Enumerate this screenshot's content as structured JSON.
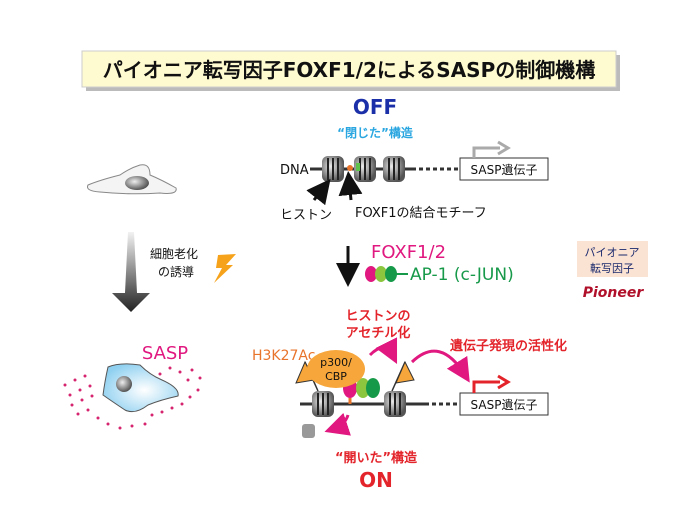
{
  "title": "パイオニア転写因子FOXF1/2によるSASPの制御機構",
  "off_state": {
    "label": "OFF",
    "structure": "“閉じた”構造",
    "dna_label": "DNA",
    "gene_box": "SASP遺伝子",
    "histone_label": "ヒストン",
    "motif_label": "FOXF1の結合モチーフ"
  },
  "senescence": {
    "line1": "細胞老化",
    "line2": "の誘導",
    "sasp_label": "SASP"
  },
  "factors": {
    "foxf": "FOXF1/2",
    "ap1": "AP-1 (c-JUN)"
  },
  "pioneer_badge": {
    "line1": "パイオニア",
    "line2": "転写因子",
    "logo": "Pioneer"
  },
  "on_state": {
    "acetylation_line1": "ヒストンの",
    "acetylation_line2": "アセチル化",
    "mark": "H3K27Ac",
    "coactivator_line1": "p300/",
    "coactivator_line2": "CBP",
    "activation": "遺伝子発現の活性化",
    "gene_box": "SASP遺伝子",
    "structure": "“開いた”構造",
    "label": "ON"
  },
  "colors": {
    "off": "#1b2fa8",
    "closed": "#29a6e0",
    "red": "#e3242b",
    "magenta": "#e0187f",
    "green": "#17994a",
    "orange": "#e8742c"
  }
}
